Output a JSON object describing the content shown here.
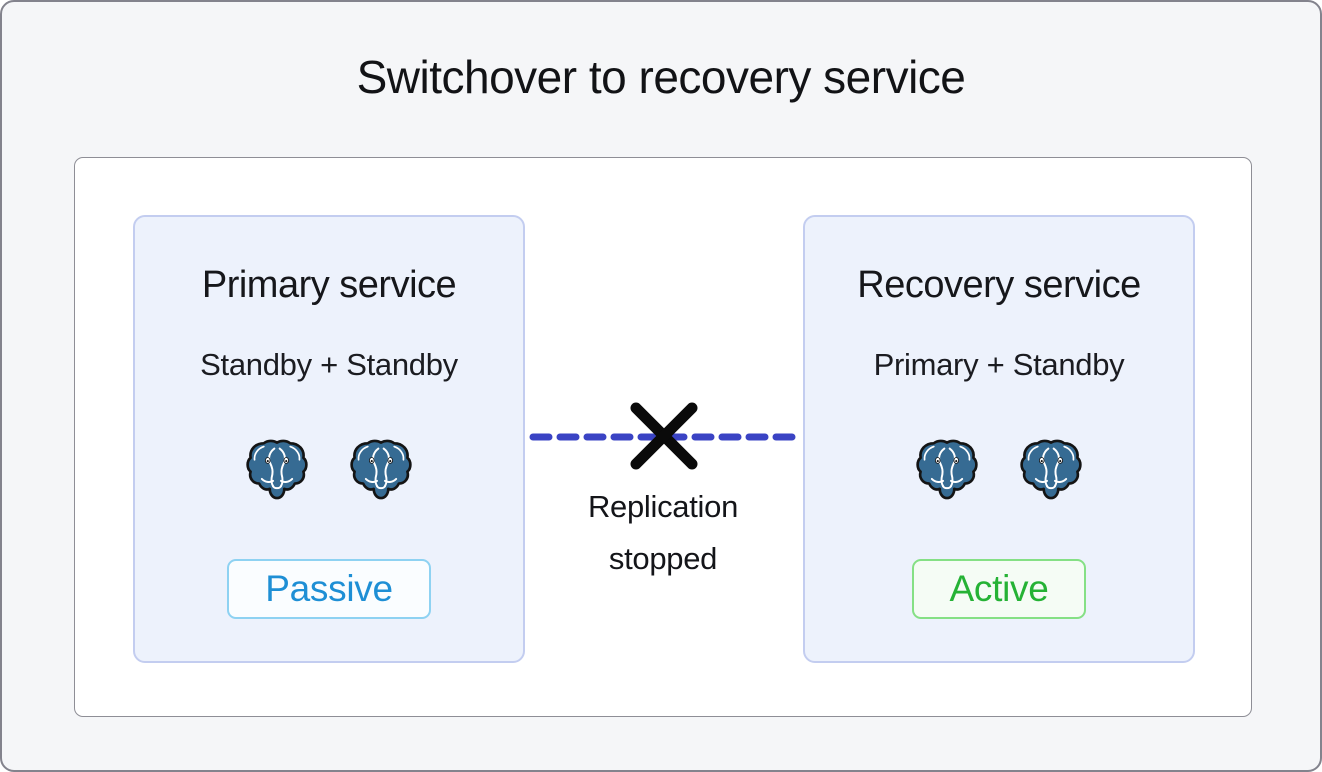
{
  "page": {
    "title": "Switchover to recovery service"
  },
  "services": {
    "primary": {
      "title": "Primary service",
      "subtitle": "Standby + Standby",
      "status_label": "Passive",
      "status_text_color": "#1e8fd5",
      "status_border_color": "#8ed2f2",
      "status_bg_color": "#fafdff",
      "node_icons": [
        "postgresql-elephant-icon",
        "postgresql-elephant-icon"
      ]
    },
    "recovery": {
      "title": "Recovery service",
      "subtitle": "Primary + Standby",
      "status_label": "Active",
      "status_text_color": "#25b235",
      "status_border_color": "#85e085",
      "status_bg_color": "#f5fcf5",
      "node_icons": [
        "postgresql-elephant-icon",
        "postgresql-elephant-icon"
      ]
    }
  },
  "replication_link": {
    "state": "stopped",
    "label_line1": "Replication",
    "label_line2": "stopped",
    "line_color": "#3a43c4",
    "cross_color": "#0a0a0a",
    "line_style": "dashed"
  },
  "colors": {
    "canvas_bg": "#f5f6f8",
    "canvas_border": "#83838d",
    "panel_bg": "#ffffff",
    "panel_border": "#8e8e96",
    "service_box_bg": "#edf2fc",
    "service_box_border": "#c3cdf0",
    "postgres_blue": "#366b93",
    "text_primary": "#121316"
  }
}
